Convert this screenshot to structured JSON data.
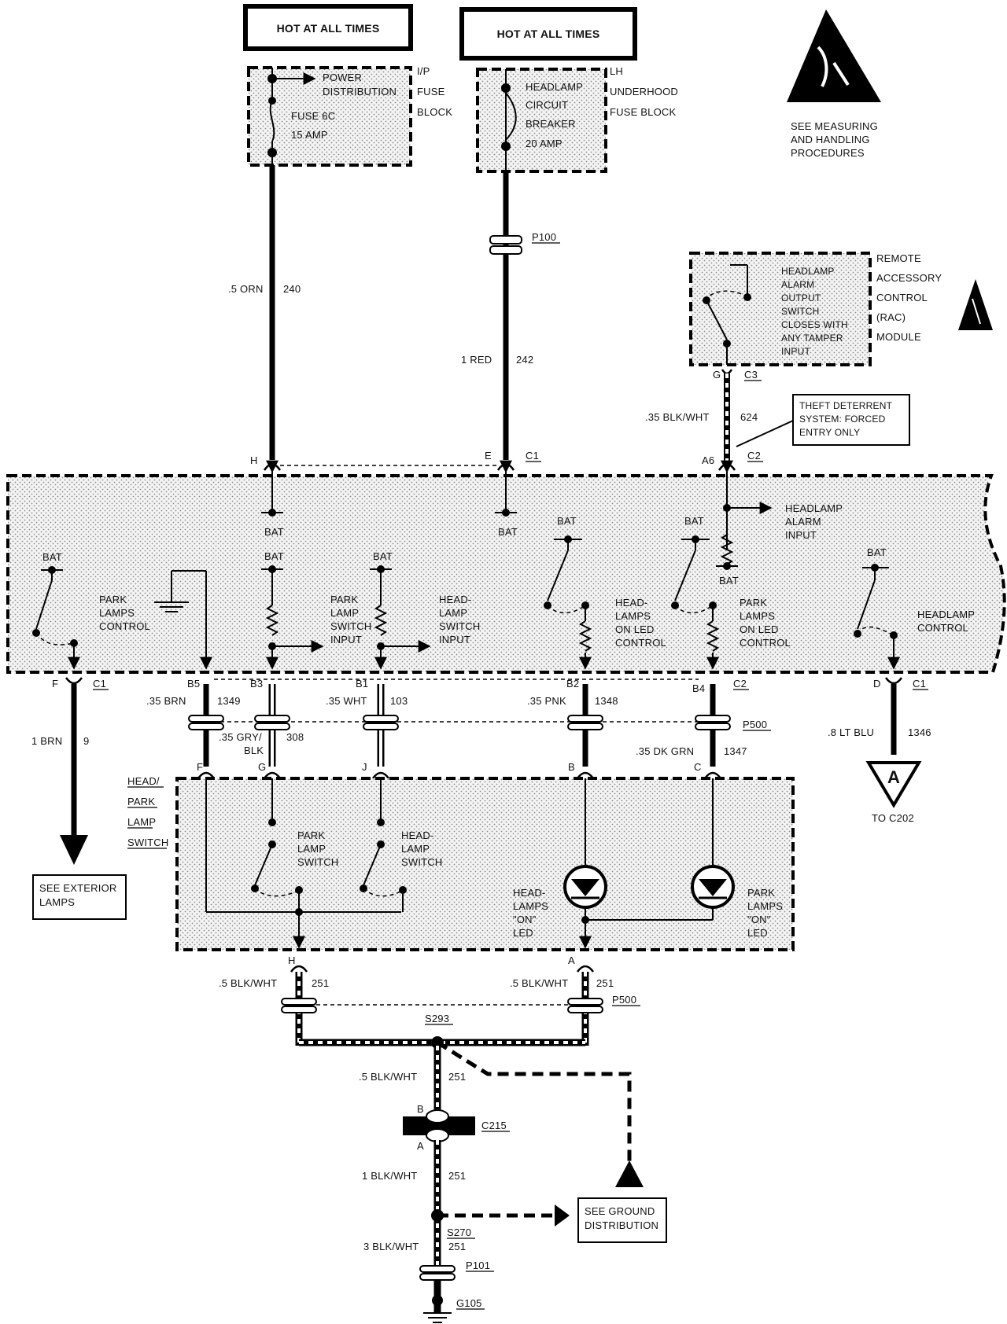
{
  "fuse_blocks": {
    "ip_hot_label": "HOT AT ALL TIMES",
    "lh_hot_label": "HOT AT ALL TIMES",
    "ip_block": {
      "name_lines": [
        "I/P",
        "FUSE",
        "BLOCK"
      ],
      "power_distribution": [
        "POWER",
        "DISTRIBUTION"
      ],
      "fuse": "FUSE 6C",
      "rating": "15 AMP"
    },
    "lh_block": {
      "name_lines": [
        "LH",
        "UNDERHOOD",
        "FUSE BLOCK"
      ],
      "breaker_lines": [
        "HEADLAMP",
        "CIRCUIT",
        "BREAKER"
      ],
      "rating": "20 AMP"
    }
  },
  "esd_notice": [
    "SEE MEASURING",
    "AND HANDLING",
    "PROCEDURES"
  ],
  "rac_module": {
    "desc_lines": [
      "HEADLAMP",
      "ALARM",
      "OUTPUT",
      "SWITCH",
      "CLOSES WITH",
      "ANY TAMPER",
      "INPUT"
    ],
    "name_lines": [
      "REMOTE",
      "ACCESSORY",
      "CONTROL",
      "(RAC)",
      "MODULE"
    ],
    "pin": "G",
    "connector": "C3"
  },
  "theft_note": [
    "THEFT DETERRENT",
    "SYSTEM: FORCED",
    "ENTRY ONLY"
  ],
  "wires": {
    "w240": {
      "size_color": ".5 ORN",
      "circuit": "240"
    },
    "w242": {
      "size_color": "1 RED",
      "circuit": "242"
    },
    "w624": {
      "size_color": ".35 BLK/WHT",
      "circuit": "624"
    },
    "w9": {
      "size_color": "1 BRN",
      "circuit": "9"
    },
    "w1349": {
      "size_color": ".35 BRN",
      "circuit": "1349"
    },
    "w308": {
      "size_color_1": ".35 GRY/",
      "size_color_2": "BLK",
      "circuit": "308"
    },
    "w103": {
      "size_color": ".35 WHT",
      "circuit": "103"
    },
    "w1348": {
      "size_color": ".35 PNK",
      "circuit": "1348"
    },
    "w1347": {
      "size_color": ".35 DK GRN",
      "circuit": "1347"
    },
    "w1346": {
      "size_color": ".8 LT BLU",
      "circuit": "1346"
    },
    "w251_left": {
      "size_color": ".5 BLK/WHT",
      "circuit": "251"
    },
    "w251_right": {
      "size_color": ".5 BLK/WHT",
      "circuit": "251"
    },
    "w251_mid": {
      "size_color": ".5 BLK/WHT",
      "circuit": "251"
    },
    "w251_low": {
      "size_color": "1 BLK/WHT",
      "circuit": "251"
    },
    "w251_bottom": {
      "size_color": "3 BLK/WHT",
      "circuit": "251"
    }
  },
  "connectors": {
    "p100": "P100",
    "p500_top": "P500",
    "p500_bottom": "P500",
    "p101": "P101",
    "c215": "C215",
    "top_pins": {
      "h": "H",
      "e": "E",
      "c1": "C1",
      "a6": "A6",
      "c2": "C2"
    },
    "bottom_pins": {
      "f": "F",
      "c1_left": "C1",
      "b5": "B5",
      "b3": "B3",
      "b1": "B1",
      "b2": "B2",
      "b4": "B4",
      "c2": "C2",
      "d": "D",
      "c1_right": "C1"
    },
    "switch_pins": {
      "f": "F",
      "g": "G",
      "j": "J",
      "b": "B",
      "c": "C"
    },
    "lower_pins": {
      "h": "H",
      "a": "A"
    },
    "c215_pins": {
      "b": "B",
      "a": "A"
    }
  },
  "module": {
    "bat": "BAT",
    "park_lamps_control": [
      "PARK",
      "LAMPS",
      "CONTROL"
    ],
    "park_lamp_switch_input": [
      "PARK",
      "LAMP",
      "SWITCH",
      "INPUT"
    ],
    "headlamp_switch_input": [
      "HEAD-",
      "LAMP",
      "SWITCH",
      "INPUT"
    ],
    "headlamps_on_led_control": [
      "HEAD-",
      "LAMPS",
      "ON LED",
      "CONTROL"
    ],
    "park_lamps_on_led_control": [
      "PARK",
      "LAMPS",
      "ON LED",
      "CONTROL"
    ],
    "headlamp_alarm_input": [
      "HEADLAMP",
      "ALARM",
      "INPUT"
    ],
    "headlamp_control": [
      "HEADLAMP",
      "CONTROL"
    ]
  },
  "switch_block": {
    "name_lines": [
      "HEAD/",
      "PARK",
      "LAMP",
      "SWITCH"
    ],
    "park_lamp_switch": [
      "PARK",
      "LAMP",
      "SWITCH"
    ],
    "headlamp_switch": [
      "HEAD-",
      "LAMP",
      "SWITCH"
    ],
    "headlamps_on_led": [
      "HEAD-",
      "LAMPS",
      "\"ON\"",
      "LED"
    ],
    "park_lamps_on_led": [
      "PARK",
      "LAMPS",
      "\"ON\"",
      "LED"
    ]
  },
  "exterior_lamps": [
    "SEE EXTERIOR",
    "LAMPS"
  ],
  "offpage": {
    "letter": "A",
    "to": "TO C202"
  },
  "ground": {
    "s293": "S293",
    "s270": "S270",
    "g105": "G105",
    "see_ground": [
      "SEE GROUND",
      "DISTRIBUTION"
    ]
  }
}
